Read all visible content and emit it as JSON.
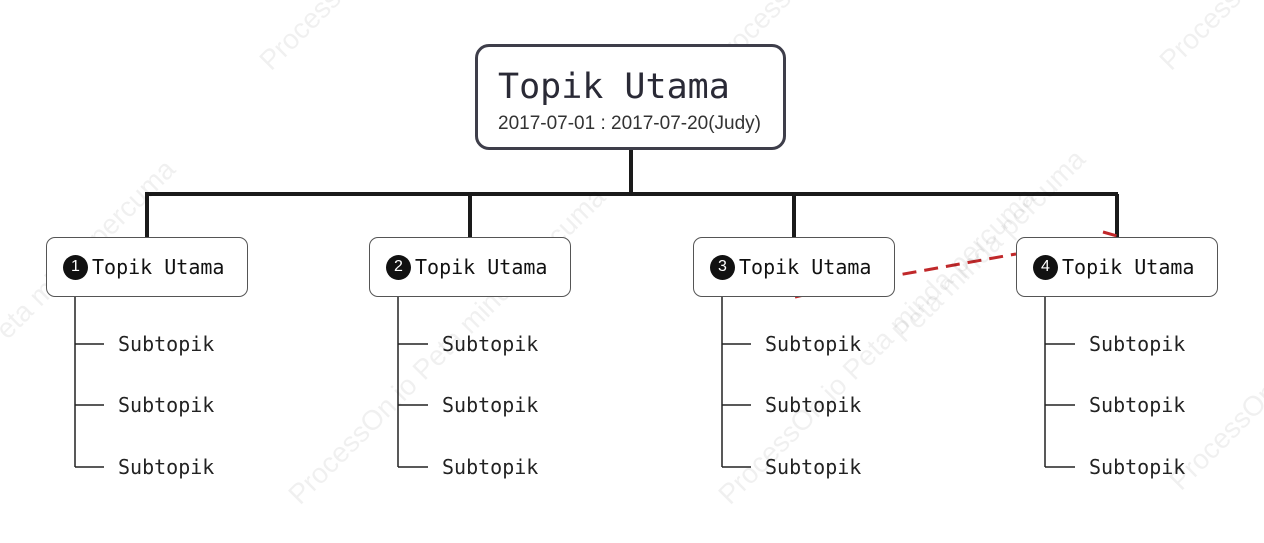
{
  "root": {
    "title": "Topik Utama",
    "subtitle": "2017-07-01 : 2017-07-20(Judy)"
  },
  "topics": [
    {
      "number": "1",
      "label": "Topik Utama",
      "subtopics": [
        "Subtopik",
        "Subtopik",
        "Subtopik"
      ]
    },
    {
      "number": "2",
      "label": "Topik Utama",
      "subtopics": [
        "Subtopik",
        "Subtopik",
        "Subtopik"
      ]
    },
    {
      "number": "3",
      "label": "Topik Utama",
      "subtopics": [
        "Subtopik",
        "Subtopik",
        "Subtopik"
      ]
    },
    {
      "number": "4",
      "label": "Topik Utama",
      "subtopics": [
        "Subtopik",
        "Subtopik",
        "Subtopik"
      ]
    }
  ],
  "watermark": {
    "text_a": "ProcessOn.io Peta minda percuma",
    "text_b": "Peta minda percuma",
    "text_c": "ProcessOn.io"
  },
  "colors": {
    "connector": "#1a1a1a",
    "dashed_relation": "#c0282a"
  }
}
